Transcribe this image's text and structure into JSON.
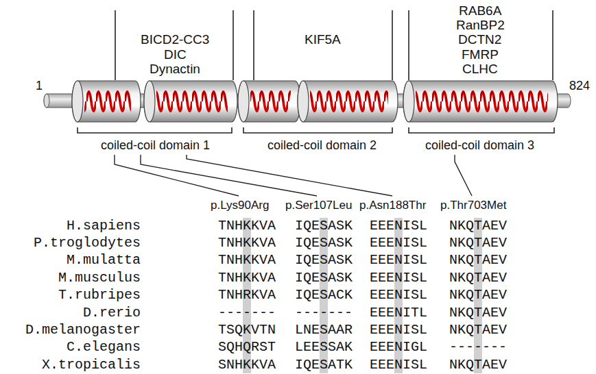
{
  "diagram": {
    "labels": [
      "BICD2-CC3",
      "DIC",
      "Dynactin",
      "KIF5A",
      "RAB6A",
      "RanBP2",
      "DCTN2",
      "FMRP",
      "CLHC",
      "1",
      "824",
      "coiled-coil domain 1",
      "coiled-coil domain 2",
      "coiled-coil domain 3",
      "p.Lys90Arg",
      "p.Ser107Leu",
      "p.Asn188Thr",
      "p.Thr703Met",
      "H.sapiens",
      "TNHKKVA",
      "IQESASK",
      "EEENISL",
      "NKQTAEV",
      "P.troglodytes",
      "TNHKKVA",
      "IQESASK",
      "EEENISL",
      "NKQTAEV",
      "M.mulatta",
      "TNHKKVA",
      "IQESASK",
      "EEENISL",
      "NKQTAEV",
      "M.musculus",
      "TNHKKVA",
      "IQESASK",
      "EEENISL",
      "NKQTAEV",
      "T.rubripes",
      "TNHRKVA",
      "IQESACK",
      "EEENISL",
      "NKQTAEV",
      "D.rerio",
      "-------",
      "-------",
      "EEENITL",
      "NKQTAEV",
      "D.melanogaster",
      "TSQKVTN",
      "LNESAAR",
      "EEENISL",
      "NKQTAEV",
      "C.elegans",
      "SQHQRST",
      "LEESSAK",
      "EEENIGL",
      "-------",
      "X.tropicalis",
      "SNHKKVA",
      "IQESATK",
      "EEENISL",
      "NKQTAEV"
    ]
  }
}
